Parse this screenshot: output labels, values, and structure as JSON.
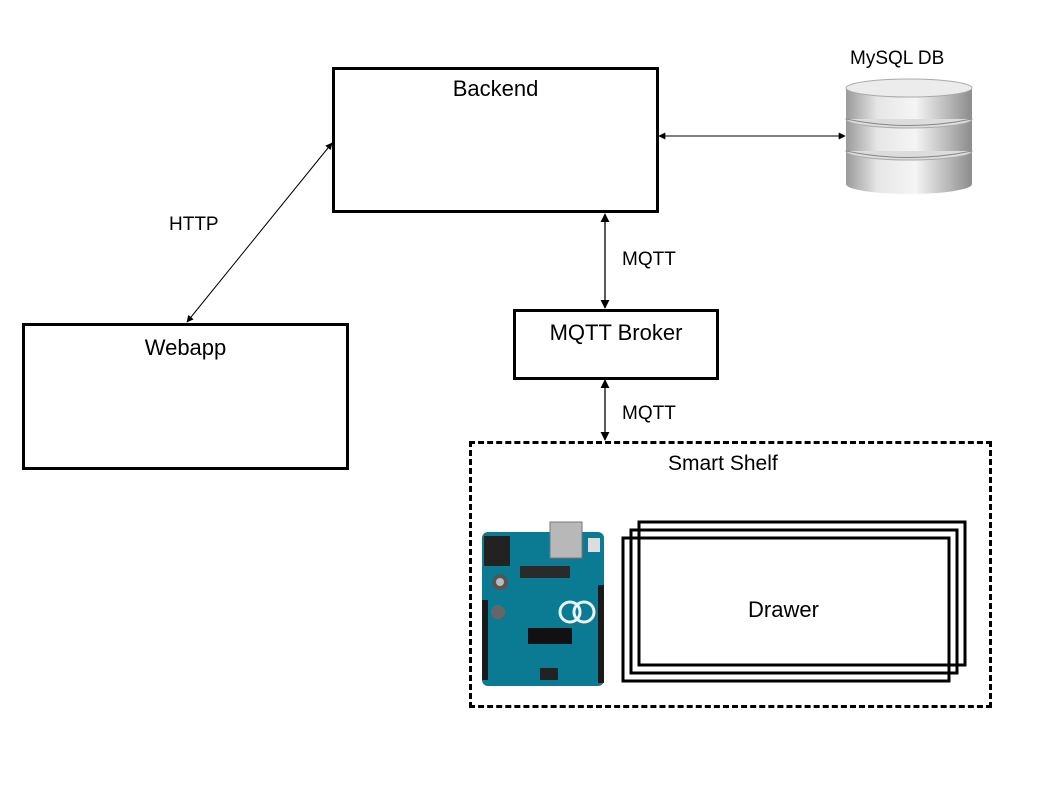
{
  "nodes": {
    "backend": "Backend",
    "webapp": "Webapp",
    "broker": "MQTT Broker",
    "database": "MySQL DB",
    "shelf": "Smart Shelf",
    "drawer": "Drawer"
  },
  "edges": {
    "webapp_backend": "HTTP",
    "backend_broker": "MQTT",
    "broker_shelf": "MQTT"
  },
  "icons": {
    "database": "database-cylinder-icon",
    "board": "arduino-uno-board-icon"
  },
  "colors": {
    "line": "#000000",
    "board": "#0b7a93",
    "database": "#d8d8d8"
  }
}
